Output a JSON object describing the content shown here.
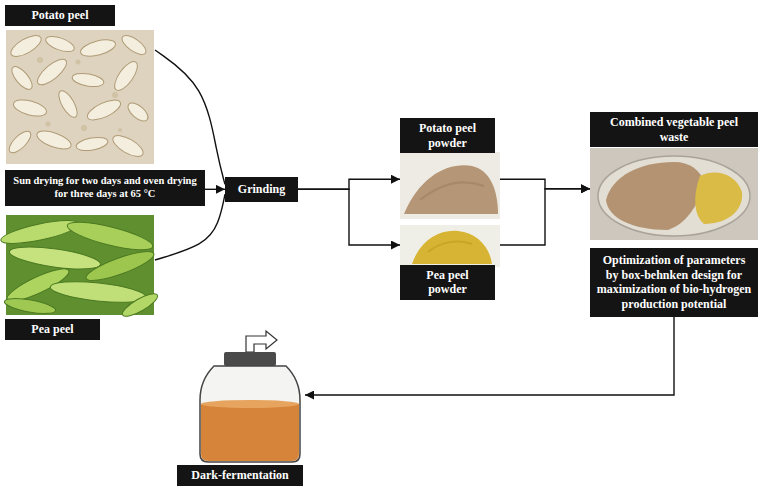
{
  "diagram": {
    "nodes": [
      {
        "text": [
          "Potato peel"
        ]
      },
      {
        "text": [
          "Sun drying for two days and oven drying for three days at 65 °C"
        ]
      },
      {
        "text": [
          "Pea peel"
        ]
      },
      {
        "text": [
          "Grinding"
        ]
      },
      {
        "text": [
          "Potato peel powder"
        ]
      },
      {
        "text": [
          "Pea peel powder"
        ]
      },
      {
        "text": [
          "Combined vegetable peel waste"
        ]
      },
      {
        "text": [
          "Optimization of parameters by box-behnken design for maximization of bio-hydrogen production potential"
        ]
      },
      {
        "text": [
          "Dark-fermentation"
        ]
      }
    ],
    "edges": [
      {
        "from": 0,
        "to": 3,
        "arrow": "none"
      },
      {
        "from": 1,
        "to": 3,
        "arrow": "to"
      },
      {
        "from": 2,
        "to": 3,
        "arrow": "none"
      },
      {
        "from": 3,
        "to": 4,
        "arrow": "to"
      },
      {
        "from": 3,
        "to": 5,
        "arrow": "to"
      },
      {
        "from": 4,
        "to": 6,
        "arrow": "to"
      },
      {
        "from": 5,
        "to": 6,
        "arrow": "to"
      },
      {
        "from": 7,
        "to": 8,
        "arrow": "to"
      }
    ]
  }
}
